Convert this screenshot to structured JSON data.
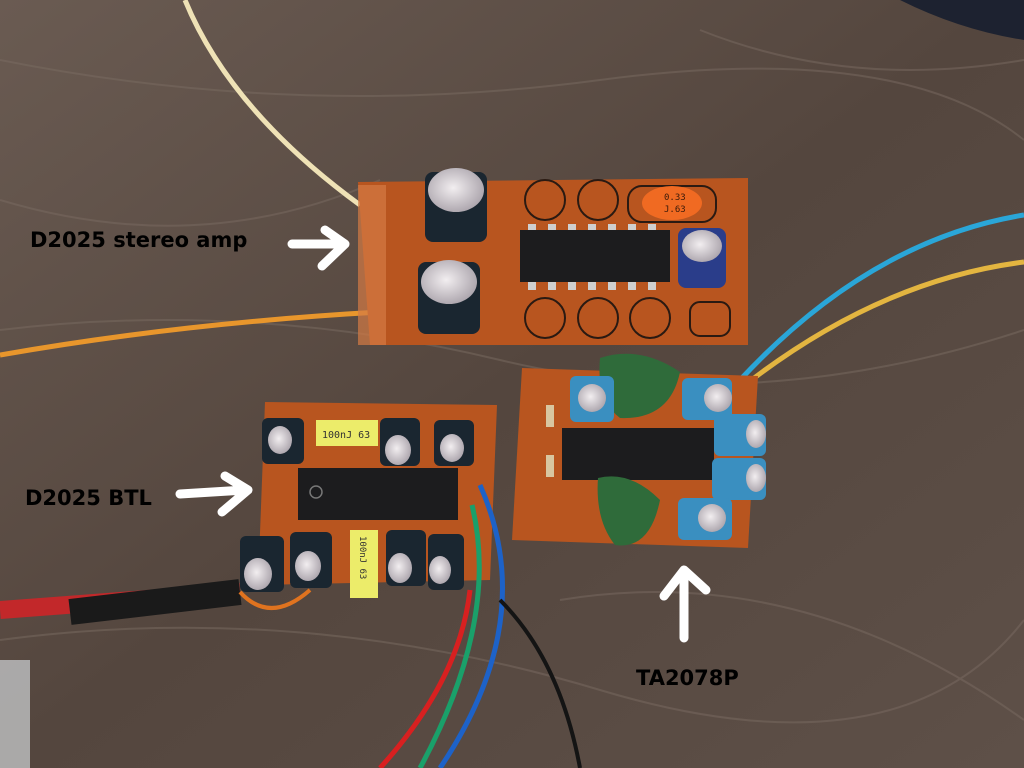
{
  "labels": {
    "stereo_amp": "D2025 stereo amp",
    "btl": "D2025 BTL",
    "ta": "TA2078P"
  },
  "component_markings": {
    "orange_cap_line1": "0.33",
    "orange_cap_line2": "J.63",
    "yellow_cap_top": "100nJ 63",
    "yellow_cap_bottom": "100nJ 63"
  },
  "colors": {
    "wood": "#5a4c43",
    "pcb": "#b8551f",
    "ic": "#1c1c1e",
    "cap_blue": "#3a8fc0",
    "cap_black": "#1a2630"
  }
}
